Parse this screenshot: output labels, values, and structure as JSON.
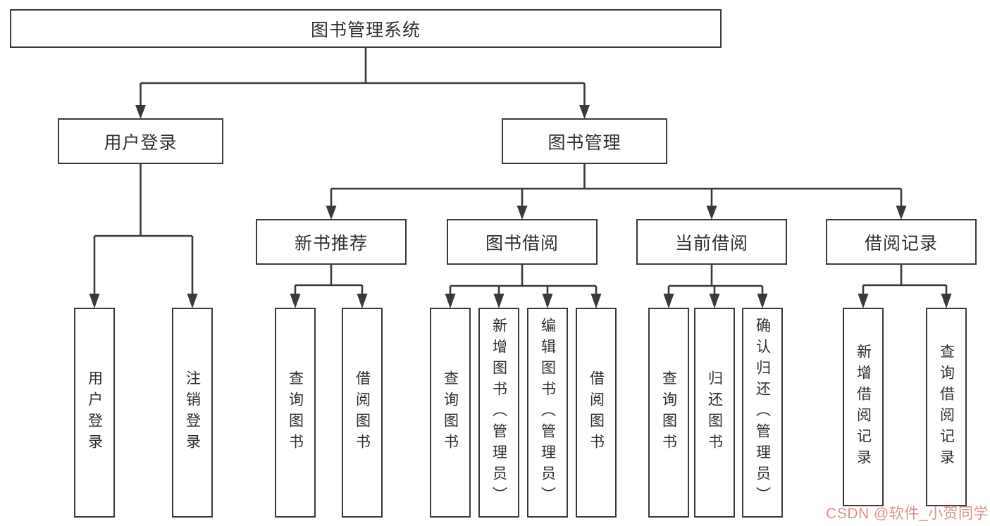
{
  "diagram": {
    "root": "图书管理系统",
    "level2": [
      "用户登录",
      "图书管理"
    ],
    "level3": [
      "新书推荐",
      "图书借阅",
      "当前借阅",
      "借阅记录"
    ],
    "leaves": [
      "用户登录",
      "注销登录",
      "查询图书",
      "借阅图书",
      "查询图书",
      "新增图书（管理员）",
      "编辑图书（管理员）",
      "借阅图书",
      "查询图书",
      "归还图书",
      "确认归还（管理员）",
      "新增借阅记录",
      "查询借阅记录"
    ]
  },
  "watermark": "CSDN @软件_小贺同学",
  "colors": {
    "background": "#ffffff",
    "line": "#3a3a3a",
    "box_border": "#3a3a3a",
    "text": "#2f2f2f",
    "watermark": "#d67d7d"
  }
}
